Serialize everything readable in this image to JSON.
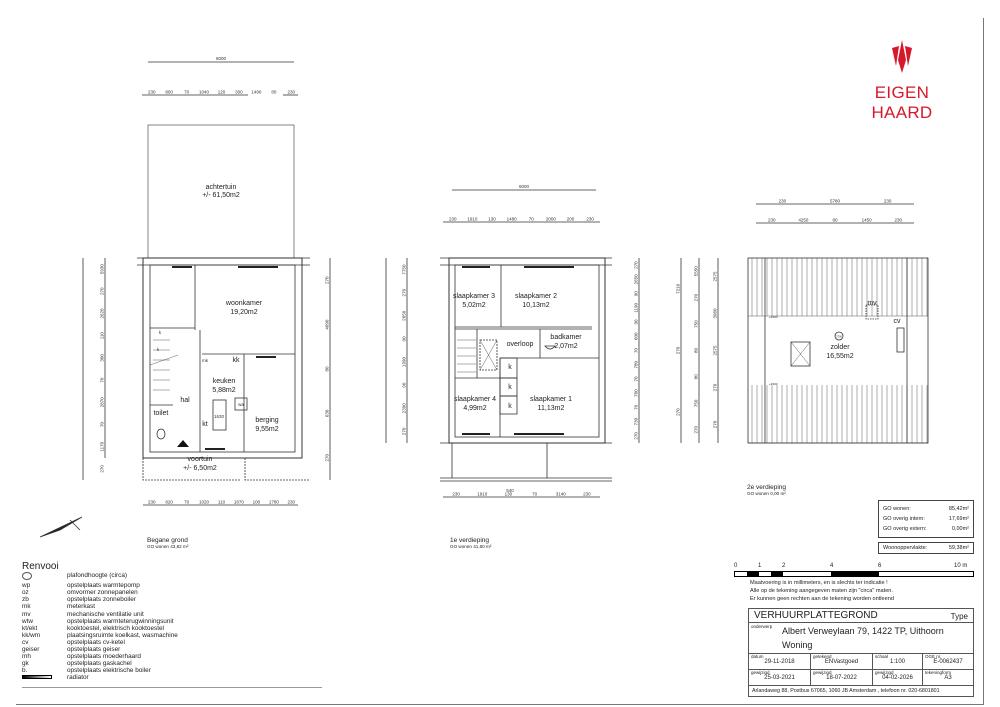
{
  "brand": {
    "name": "EIGEN HAARD",
    "color": "#d7182a"
  },
  "ground_floor": {
    "title": "Begane grond",
    "go": "GO wonen 43,82 m²",
    "overall_width": "6000",
    "top_dims": [
      "230",
      "800",
      "70",
      "1040",
      "120",
      "300",
      "1490",
      "80",
      "230"
    ],
    "bottom_dims": [
      "230",
      "820",
      "70",
      "1020",
      "110",
      "1870",
      "100",
      "1780",
      "230"
    ],
    "left_dims": [
      "5930",
      "270",
      "2620",
      "110",
      "300",
      "70",
      "2870",
      "70",
      "1170",
      "270"
    ],
    "right_dims": [
      "270",
      "4090",
      "80",
      "630",
      "270"
    ],
    "rooms": [
      {
        "name": "achtertuin",
        "area": "+/- 61,50m2"
      },
      {
        "name": "woonkamer",
        "area": "19,20m2"
      },
      {
        "name": "keuken",
        "area": "5,88m2"
      },
      {
        "name": "hal",
        "area": ""
      },
      {
        "name": "toilet",
        "area": ""
      },
      {
        "name": "berging",
        "area": "9,55m2"
      },
      {
        "name": "voortuin",
        "area": "+/- 6,50m2"
      }
    ],
    "marks": [
      "kk",
      "kt",
      "mk",
      "k",
      "k",
      "wa",
      "1630"
    ]
  },
  "first_floor": {
    "title": "1e verdieping",
    "go": "GO wonen 41,60 m²",
    "overall_width": "6000",
    "top_dims": [
      "230",
      "1910",
      "130",
      "1480",
      "70",
      "2000",
      "200",
      "230"
    ],
    "bottom_dims": [
      "230",
      "1910",
      "130",
      "70",
      "3140",
      "230"
    ],
    "bottom_extra": "540",
    "left_dims": [
      "7750",
      "270",
      "2650",
      "90",
      "1990",
      "90",
      "2390",
      "270"
    ],
    "right_dims": [
      "270",
      "2650",
      "90",
      "1190",
      "90",
      "600",
      "70",
      "780",
      "70",
      "780",
      "70",
      "730",
      "270"
    ],
    "rooms": [
      {
        "name": "slaapkamer 3",
        "area": "5,02m2"
      },
      {
        "name": "slaapkamer 2",
        "area": "10,13m2"
      },
      {
        "name": "overloop",
        "area": ""
      },
      {
        "name": "badkamer",
        "area": "2,07m2"
      },
      {
        "name": "slaapkamer 4",
        "area": "4,99m2"
      },
      {
        "name": "slaapkamer 1",
        "area": "11,13m2"
      }
    ],
    "marks": [
      "k",
      "k",
      "k"
    ]
  },
  "second_floor": {
    "title": "2e verdieping",
    "go": "GO wonen 0,00 m²",
    "top_dims_1": [
      "230",
      "5780",
      "230"
    ],
    "top_dims_2": [
      "230",
      "4250",
      "80",
      "1450",
      "230"
    ],
    "left_dims_1": [
      "7210",
      "270",
      "270"
    ],
    "left_dims_2": [
      "5550",
      "270",
      "750",
      "80",
      "80",
      "750",
      "270"
    ],
    "left_dims_3": [
      "2575",
      "3960",
      "2575",
      "270",
      "270"
    ],
    "rooms": [
      {
        "name": "zolder",
        "area": "16,55m2"
      }
    ],
    "marks": [
      "mv",
      "cv",
      "+1500",
      "+1500",
      "2700"
    ]
  },
  "areas": {
    "rows": [
      {
        "label": "GO wonen:",
        "value": "85,42m²"
      },
      {
        "label": "GO overig intern:",
        "value": "17,69m²"
      },
      {
        "label": "GO overig extern:",
        "value": "0,00m²"
      }
    ],
    "woon": {
      "label": "Woonoppervlakte:",
      "value": "59,38m²"
    }
  },
  "legend": {
    "title": "Renvooi",
    "items": [
      {
        "code": "",
        "text": "plafondhoogte (circa)"
      },
      {
        "code": "wp",
        "text": "opstelplaats warmtepomp"
      },
      {
        "code": "oz",
        "text": "omvormer zonnepanelen"
      },
      {
        "code": "zb",
        "text": "opstelplaats zonneboiler"
      },
      {
        "code": "mk",
        "text": "meterkast"
      },
      {
        "code": "mv",
        "text": "mechanische ventilatie unit"
      },
      {
        "code": "wtw",
        "text": "opstelplaats warmteterugwinningsunit"
      },
      {
        "code": "kt/ekt",
        "text": "kooktoestel, elektrisch kooktoestel"
      },
      {
        "code": "kk/wm",
        "text": "plaatsingsruimte koelkast, wasmachine"
      },
      {
        "code": "cv",
        "text": "opstelplaats cv-ketel"
      },
      {
        "code": "geiser",
        "text": "opstelplaats geiser"
      },
      {
        "code": "mh",
        "text": "opstelplaats moederhaard"
      },
      {
        "code": "gk",
        "text": "opstelplaats gaskachel"
      },
      {
        "code": "b.",
        "text": "opstelplaats elektrische boiler"
      },
      {
        "code": "",
        "text": "radiator"
      }
    ]
  },
  "scale_bar": {
    "ticks": [
      "0",
      "1",
      "2",
      "4",
      "6",
      "10  m"
    ]
  },
  "notes": [
    "Maatvoering is in millimeters, en is slechts ter indicatie !",
    "Alle op de tekening aangegeven maten zijn \"circa\" maten.",
    "Er kunnen geen rechten aan de tekening worden ontleend"
  ],
  "title_block": {
    "title": "VERHUURPLATTEGROND",
    "type": "Type",
    "subject_label": "onderwerp",
    "address": "Albert Verweylaan 79, 1422 TP, Uithoorn",
    "kind": "Woning",
    "cells": [
      {
        "k": "datum",
        "v": "29-11-2018"
      },
      {
        "k": "getekend",
        "v": "ENVastgoed"
      },
      {
        "k": "schaal",
        "v": "1:100"
      },
      {
        "k": "OGE nr.",
        "v": "E-0062437"
      },
      {
        "k": "gewijzigd",
        "v": "25-03-2021"
      },
      {
        "k": "gewijzigd",
        "v": "18-07-2022"
      },
      {
        "k": "gewijzigd",
        "v": "04-02-2026"
      },
      {
        "k": "tekeningform",
        "v": "A3"
      }
    ],
    "address_line": "Arlandaweg 88, Postbus 67065, 1060 JB Amsterdam , telefoon nr. 020-6801801"
  }
}
